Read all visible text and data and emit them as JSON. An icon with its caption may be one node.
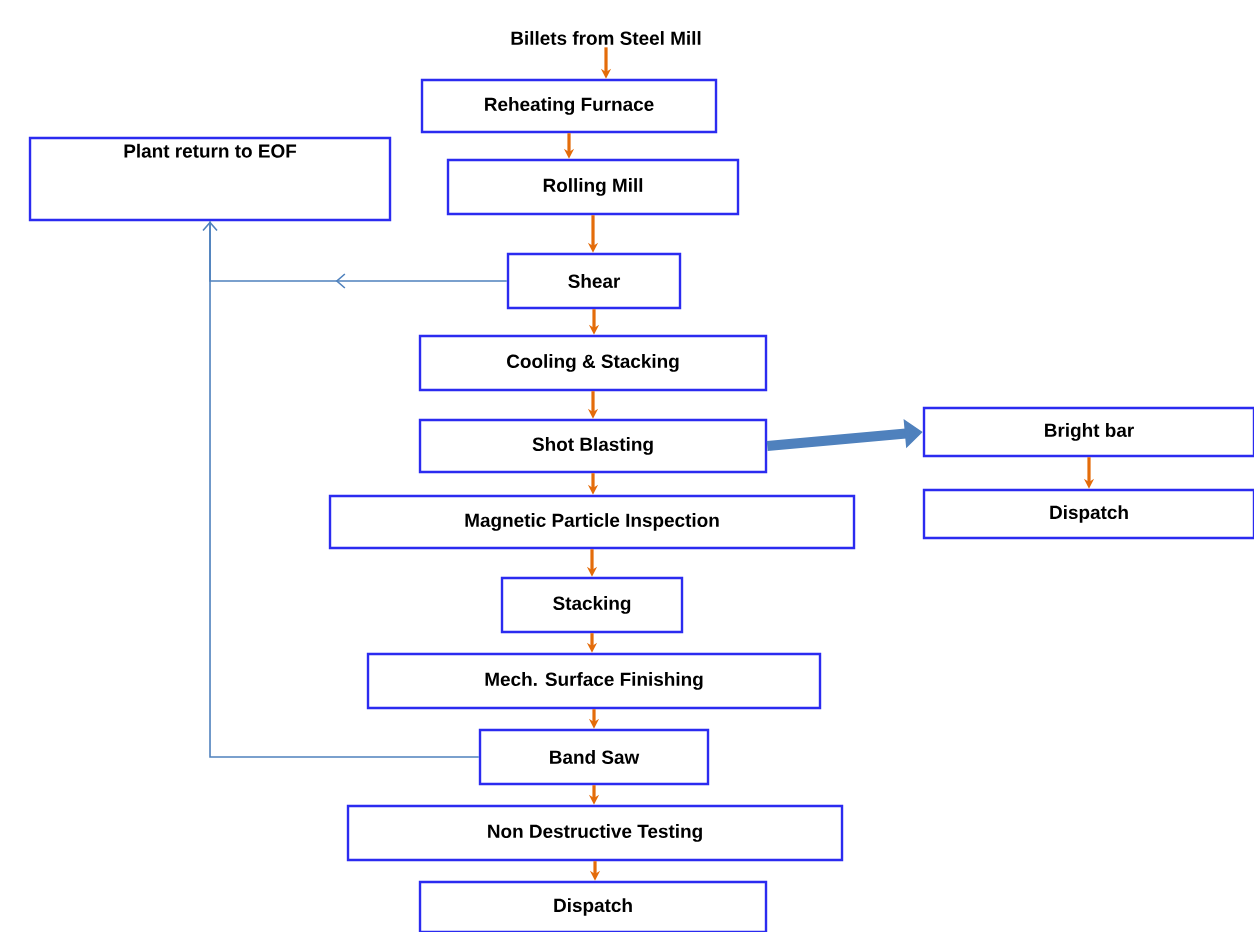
{
  "diagram": {
    "nodes": [
      {
        "text": [
          "Billets from Steel Mill"
        ]
      },
      {
        "text": [
          "Reheating Furnace"
        ]
      },
      {
        "text": [
          "Rolling Mill"
        ]
      },
      {
        "text": [
          "Plant return to EOF"
        ]
      },
      {
        "text": [
          "Shear"
        ]
      },
      {
        "text": [
          "Cooling & Stacking"
        ]
      },
      {
        "text": [
          "Shot Blasting"
        ]
      },
      {
        "text": [
          "Bright bar"
        ]
      },
      {
        "text": [
          "Dispatch"
        ]
      },
      {
        "text": [
          "Magnetic Particle Inspection"
        ]
      },
      {
        "text": [
          "Stacking"
        ]
      },
      {
        "text": [
          "Mech. Surface Finishing"
        ]
      },
      {
        "text": [
          "Band Saw"
        ]
      },
      {
        "text": [
          "Non Destructive Testing"
        ]
      },
      {
        "text": [
          "Dispatch"
        ]
      }
    ],
    "edges": [
      {
        "from": 0,
        "to": 1,
        "arrow": "to"
      },
      {
        "from": 1,
        "to": 2,
        "arrow": "to"
      },
      {
        "from": 2,
        "to": 4,
        "arrow": "to"
      },
      {
        "from": 4,
        "to": 3,
        "arrow": "to",
        "color": "#4f81bd"
      },
      {
        "from": 4,
        "to": 5,
        "arrow": "to"
      },
      {
        "from": 5,
        "to": 6,
        "arrow": "to"
      },
      {
        "from": 6,
        "to": 7,
        "arrow": "to",
        "style": "thick",
        "color": "#4f81bd"
      },
      {
        "from": 7,
        "to": 8,
        "arrow": "to"
      },
      {
        "from": 6,
        "to": 9,
        "arrow": "to"
      },
      {
        "from": 9,
        "to": 10,
        "arrow": "to"
      },
      {
        "from": 10,
        "to": 11,
        "arrow": "to"
      },
      {
        "from": 11,
        "to": 12,
        "arrow": "to"
      },
      {
        "from": 12,
        "to": 3,
        "arrow": "to",
        "color": "#4f81bd"
      },
      {
        "from": 12,
        "to": 13,
        "arrow": "to"
      },
      {
        "from": 13,
        "to": 14,
        "arrow": "to"
      }
    ]
  }
}
